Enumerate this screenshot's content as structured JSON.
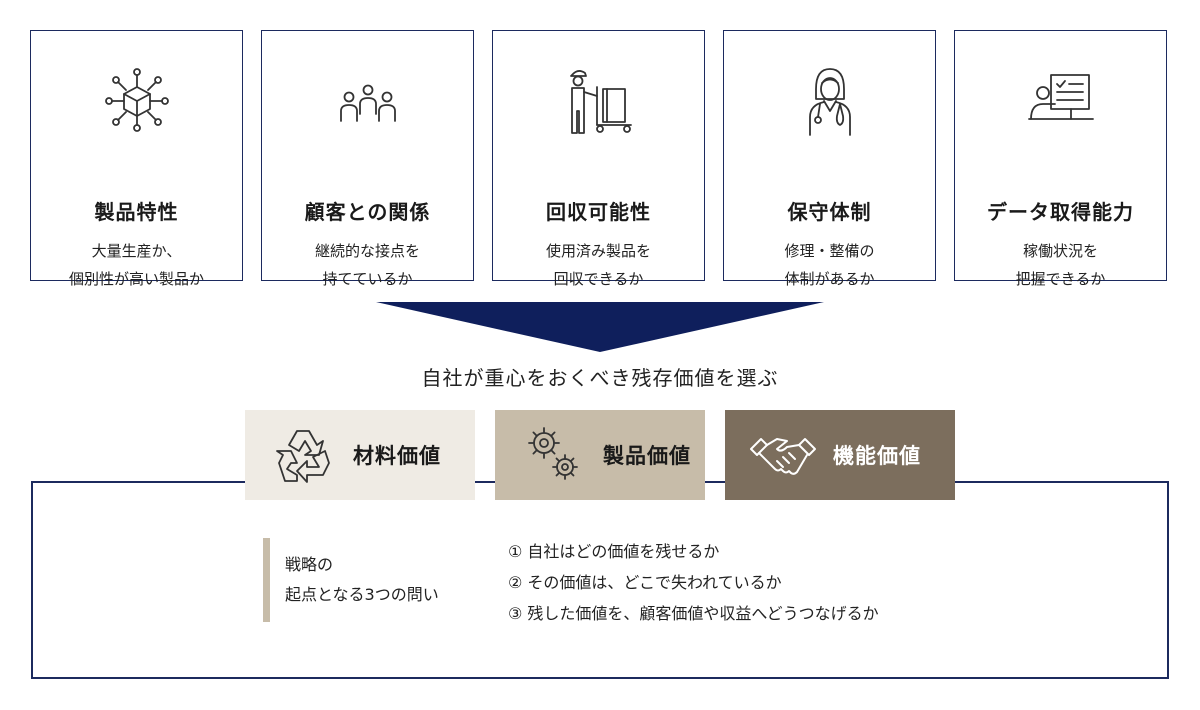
{
  "cards": [
    {
      "icon": "product-box-network-icon",
      "title": "製品特性",
      "desc": [
        "大量生産か、",
        "個別性が高い製品か"
      ]
    },
    {
      "icon": "people-group-icon",
      "title": "顧客との関係",
      "desc": [
        "継続的な接点を",
        "持てているか"
      ]
    },
    {
      "icon": "delivery-worker-cart-icon",
      "title": "回収可能性",
      "desc": [
        "使用済み製品を",
        "回収できるか"
      ]
    },
    {
      "icon": "doctor-stethoscope-icon",
      "title": "保守体制",
      "desc": [
        "修理・整備の",
        "体制があるか"
      ]
    },
    {
      "icon": "presenter-screen-checklist-icon",
      "title": "データ取得能力",
      "desc": [
        "稼働状況を",
        "把握できるか"
      ]
    }
  ],
  "heading": "自社が重心をおくべき残存価値を選ぶ",
  "tabs": [
    {
      "icon": "recycle-icon",
      "label": "材料価値"
    },
    {
      "icon": "gears-icon",
      "label": "製品価値"
    },
    {
      "icon": "handshake-icon",
      "label": "機能価値"
    }
  ],
  "questions": {
    "label": [
      "戦略の",
      "起点となる3つの問い"
    ],
    "items": [
      "① 自社はどの価値を残せるか",
      "② その価値は、どこで失われているか",
      "③ 残した価値を、顧客価値や収益へどうつなげるか"
    ]
  },
  "colors": {
    "navy": "#1c2a5e",
    "arrow": "#0f1f5c",
    "material": "#efebe4",
    "product": "#c7bca9",
    "function": "#7c6e5d"
  }
}
